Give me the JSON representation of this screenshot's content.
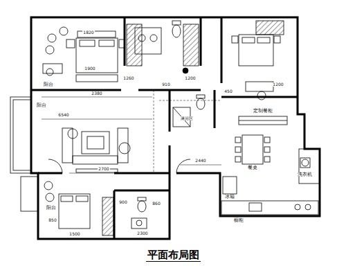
{
  "diagram": {
    "title": "平面布局图",
    "labels": [
      "1820",
      "1900",
      "2380",
      "阳台",
      "1260",
      "910",
      "1200",
      "450",
      "阳台",
      "6540",
      "淋浴区",
      "定制餐柜",
      "餐桌",
      "2440",
      "2700",
      "阳台",
      "冰箱",
      "洗衣机",
      "橱柜",
      "850",
      "1500",
      "2300",
      "900",
      "860",
      "1200"
    ]
  }
}
